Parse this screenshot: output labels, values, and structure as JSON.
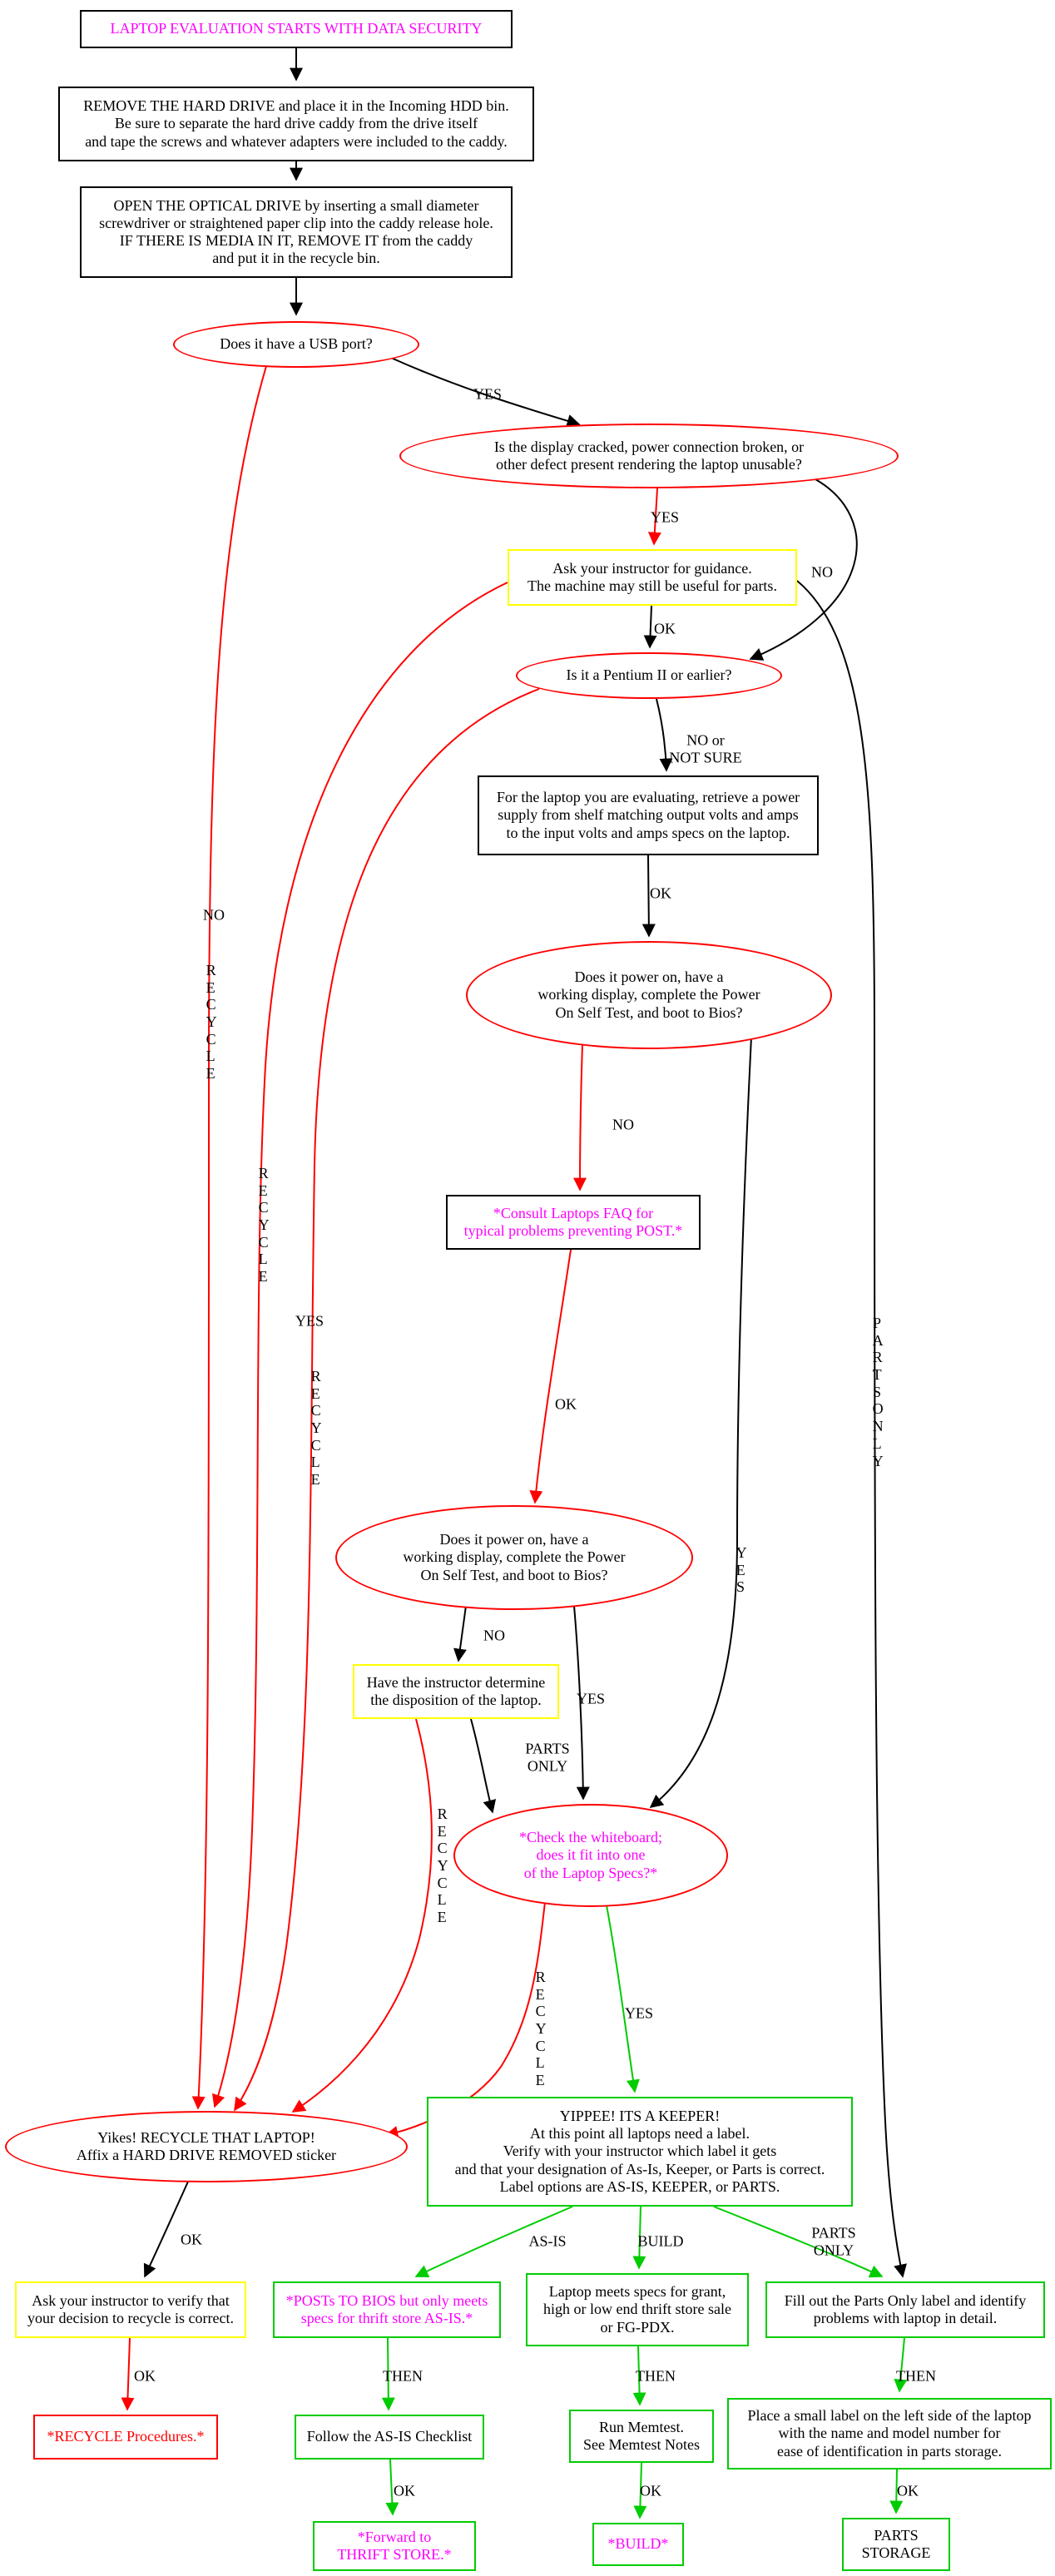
{
  "colors": {
    "decision_border": "#ff0000",
    "recycle_edge": "#ff0000",
    "keeper_edge": "#00cc00",
    "keeper_border": "#00cc00",
    "instructor_border": "#ffff00",
    "special_text": "#ff00ff",
    "default_ink": "#000000"
  },
  "nodes": {
    "title": "LAPTOP EVALUATION STARTS WITH DATA SECURITY",
    "remove_hdd": "REMOVE THE HARD DRIVE and place it in the Incoming HDD bin.\nBe sure to separate the hard drive caddy from the drive itself\nand tape the screws and whatever adapters were included to the caddy.",
    "optical": "OPEN THE OPTICAL DRIVE by inserting a small diameter\nscrewdriver or straightened paper clip into the caddy release hole.\nIF THERE IS MEDIA IN IT, REMOVE IT from the caddy\nand put it in the recycle bin.",
    "usb": "Does it have a USB port?",
    "display_defect": "Is the display cracked, power connection broken, or\nother defect present rendering the laptop unusable?",
    "guidance": "Ask your instructor for guidance.\nThe machine may still be useful for parts.",
    "pentium": "Is it a Pentium II or earlier?",
    "power_supply": "For the laptop you are evaluating, retrieve a power\nsupply from shelf matching output volts and amps\nto the input volts and amps specs on the laptop.",
    "post1": "Does it power on, have a\nworking display, complete the Power\nOn Self Test, and boot to Bios?",
    "faq": "*Consult Laptops FAQ for\ntypical problems preventing POST.*",
    "post2": "Does it power on, have a\nworking display, complete the Power\nOn Self Test, and boot to Bios?",
    "disposition": "Have the instructor determine\nthe disposition of the laptop.",
    "whiteboard": "*Check the whiteboard;\ndoes it fit into one\nof the Laptop Specs?*",
    "yippee": "YIPPEE! ITS A KEEPER!\nAt this point all laptops need a label.\nVerify with your instructor which label it gets\nand that your designation of As-Is, Keeper, or Parts is correct.\nLabel options are AS-IS, KEEPER, or PARTS.",
    "yikes": "Yikes! RECYCLE THAT LAPTOP!\nAffix a HARD DRIVE REMOVED sticker",
    "verify": "Ask your instructor to verify that\nyour decision to recycle is correct.",
    "recycle_procedures": "*RECYCLE Procedures.*",
    "asis_specs": "*POSTs TO BIOS but only meets\nspecs for thrift store AS-IS.*",
    "asis_checklist": "Follow the AS-IS Checklist",
    "thrift": "*Forward to\nTHRIFT STORE.*",
    "build_specs": "Laptop meets specs for grant,\nhigh or low end thrift store sale\nor FG-PDX.",
    "memtest": "Run Memtest.\nSee Memtest Notes",
    "build": "*BUILD*",
    "parts_label": "Fill out the Parts Only label and identify\nproblems with laptop in detail.",
    "small_label": "Place a small label on the left side of the laptop\nwith the name and model number for\nease of identification in parts storage.",
    "parts_storage": "PARTS\nSTORAGE"
  },
  "edge_labels": {
    "usb_yes": "YES",
    "usb_no": "NO",
    "recycle": "RECYCLE",
    "defect_yes": "YES",
    "defect_no": "NO",
    "guidance_ok": "OK",
    "pentium_no": "NO or\nNOT SURE",
    "pentium_yes": "YES",
    "power_ok": "OK",
    "post1_no": "NO",
    "post1_yes": "YES",
    "faq_ok": "OK",
    "post2_no": "NO",
    "post2_yes": "YES",
    "disposition_parts": "PARTS\nONLY",
    "parts_only": "PARTS ONLY",
    "whiteboard_yes": "YES",
    "yikes_ok": "OK",
    "verify_ok": "OK",
    "asis": "AS-IS",
    "build": "BUILD",
    "yippee_parts": "PARTS\nONLY",
    "then": "THEN",
    "asis_ok": "OK",
    "memtest_ok": "OK",
    "label_ok": "OK"
  }
}
